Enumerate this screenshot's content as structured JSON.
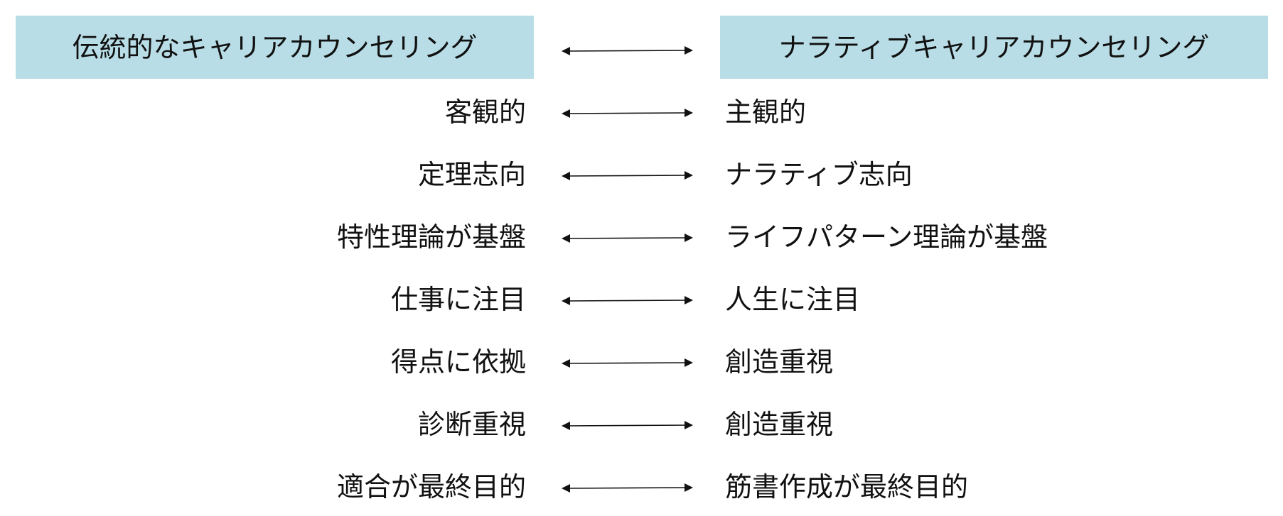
{
  "header": {
    "left": "伝統的なキャリアカウンセリング",
    "right": "ナラティブキャリアカウンセリング"
  },
  "rows": [
    {
      "left": "客観的",
      "right": "主観的"
    },
    {
      "left": "定理志向",
      "right": "ナラティブ志向"
    },
    {
      "left": "特性理論が基盤",
      "right": "ライフパターン理論が基盤"
    },
    {
      "left": "仕事に注目",
      "right": "人生に注目"
    },
    {
      "left": "得点に依拠",
      "right": "創造重視"
    },
    {
      "left": "診断重視",
      "right": "創造重視"
    },
    {
      "left": "適合が最終目的",
      "right": "筋書作成が最終目的"
    }
  ],
  "colors": {
    "header_fill": "#b8dde6",
    "text": "#111111",
    "arrow": "#111111"
  }
}
